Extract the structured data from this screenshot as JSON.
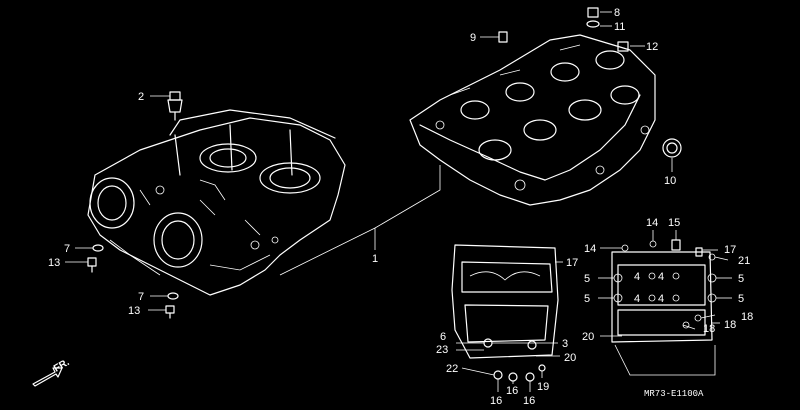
{
  "diagram_code": "MR73-E1100A",
  "direction_label": "FR.",
  "callouts": {
    "c1": "1",
    "c2": "2",
    "c3": "3",
    "c5a": "5",
    "c5b": "5",
    "c5c": "5",
    "c5d": "5",
    "c6": "6",
    "c7a": "7",
    "c7b": "7",
    "c8": "8",
    "c9": "9",
    "c10": "10",
    "c11": "11",
    "c12": "12",
    "c13a": "13",
    "c13b": "13",
    "c14a": "14",
    "c14b": "14",
    "c15": "15",
    "c16a": "16",
    "c16b": "16",
    "c16c": "16",
    "c17a": "17",
    "c17b": "17",
    "c18a": "18",
    "c18b": "18",
    "c18c": "18",
    "c19": "19",
    "c20a": "20",
    "c20b": "20",
    "c21": "21",
    "c22": "22",
    "c23": "23",
    "c4a": "4",
    "c4b": "4",
    "c4c": "4",
    "c4d": "4"
  }
}
